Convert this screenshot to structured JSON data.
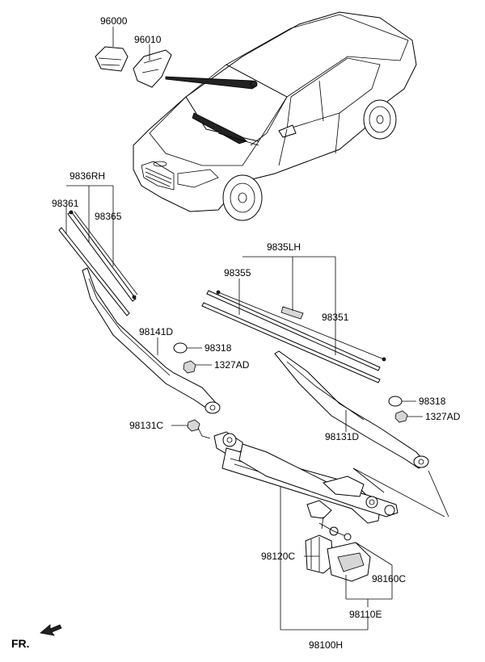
{
  "labels": {
    "p96000": "96000",
    "p96010": "96010",
    "p9836RH": "9836RH",
    "p98361": "98361",
    "p98365": "98365",
    "p9835LH": "9835LH",
    "p98355": "98355",
    "p98351": "98351",
    "p98141D": "98141D",
    "p98318_left": "98318",
    "p1327AD_left": "1327AD",
    "p98318_right": "98318",
    "p1327AD_right": "1327AD",
    "p98131C": "98131C",
    "p98131D": "98131D",
    "p98120C": "98120C",
    "p98160C": "98160C",
    "p98110E": "98110E",
    "p98100H": "98100H",
    "fr": "FR."
  }
}
